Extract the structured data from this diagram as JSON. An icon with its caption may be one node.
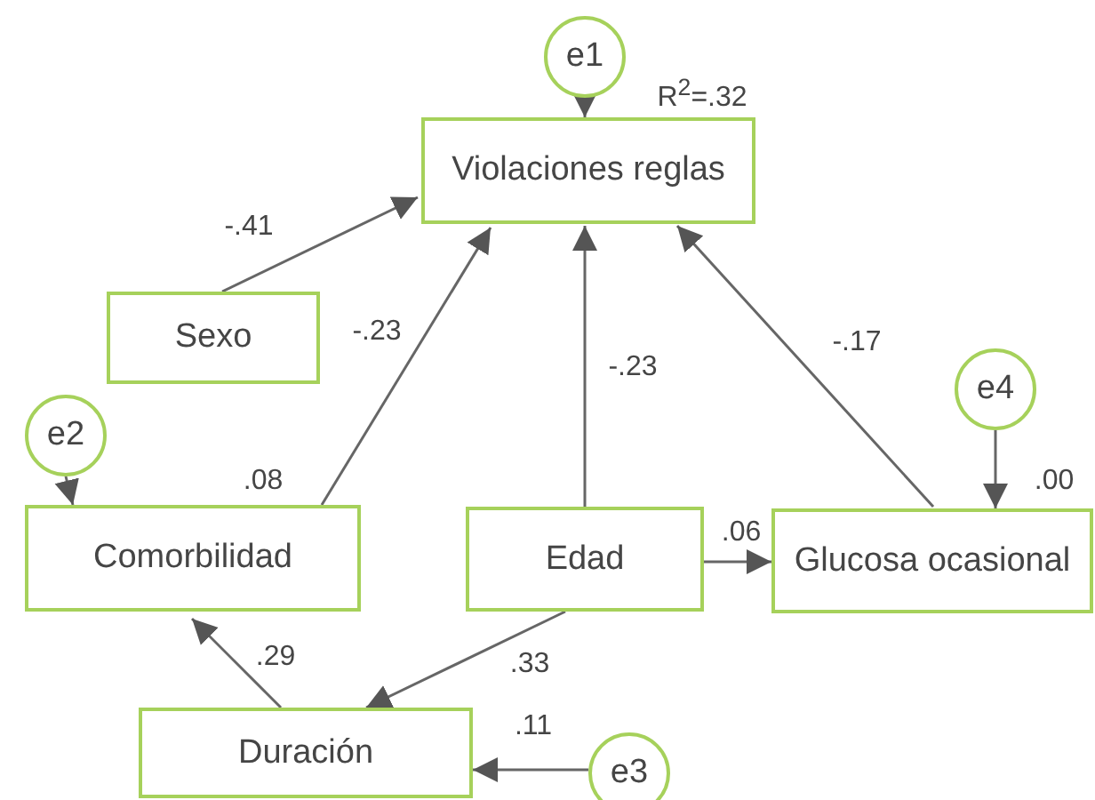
{
  "diagram": {
    "nodes": [
      {
        "text": [
          "Violaciones reglas"
        ],
        "beside": [
          "R$^{2}$=.32"
        ]
      },
      {
        "text": [
          "e1"
        ]
      },
      {
        "text": [
          "Sexo"
        ]
      },
      {
        "text": [
          "Comorbilidad"
        ],
        "beside": [
          ".08"
        ]
      },
      {
        "text": [
          "e2"
        ]
      },
      {
        "text": [
          "Edad"
        ]
      },
      {
        "text": [
          "Glucosa ocasional"
        ],
        "beside": [
          ".00"
        ]
      },
      {
        "text": [
          "e4"
        ]
      },
      {
        "text": [
          "Duración"
        ]
      },
      {
        "text": [
          "e3"
        ]
      }
    ],
    "edges": [
      {
        "from": 1,
        "to": 0,
        "arrow": "to"
      },
      {
        "from": 2,
        "to": 0,
        "arrow": "to",
        "label": "-.41"
      },
      {
        "from": 3,
        "to": 0,
        "arrow": "to",
        "label": "-.23"
      },
      {
        "from": 5,
        "to": 0,
        "arrow": "to",
        "label": "-.23"
      },
      {
        "from": 6,
        "to": 0,
        "arrow": "to",
        "label": "-.17"
      },
      {
        "from": 5,
        "to": 6,
        "arrow": "to",
        "label": ".06"
      },
      {
        "from": 5,
        "to": 8,
        "arrow": "to",
        "label": ".33"
      },
      {
        "from": 8,
        "to": 3,
        "arrow": "to",
        "label": ".29"
      },
      {
        "from": 9,
        "to": 8,
        "arrow": "to",
        "label": ".11"
      },
      {
        "from": 7,
        "to": 6,
        "arrow": "to"
      },
      {
        "from": 4,
        "to": 3,
        "arrow": "to"
      }
    ]
  }
}
